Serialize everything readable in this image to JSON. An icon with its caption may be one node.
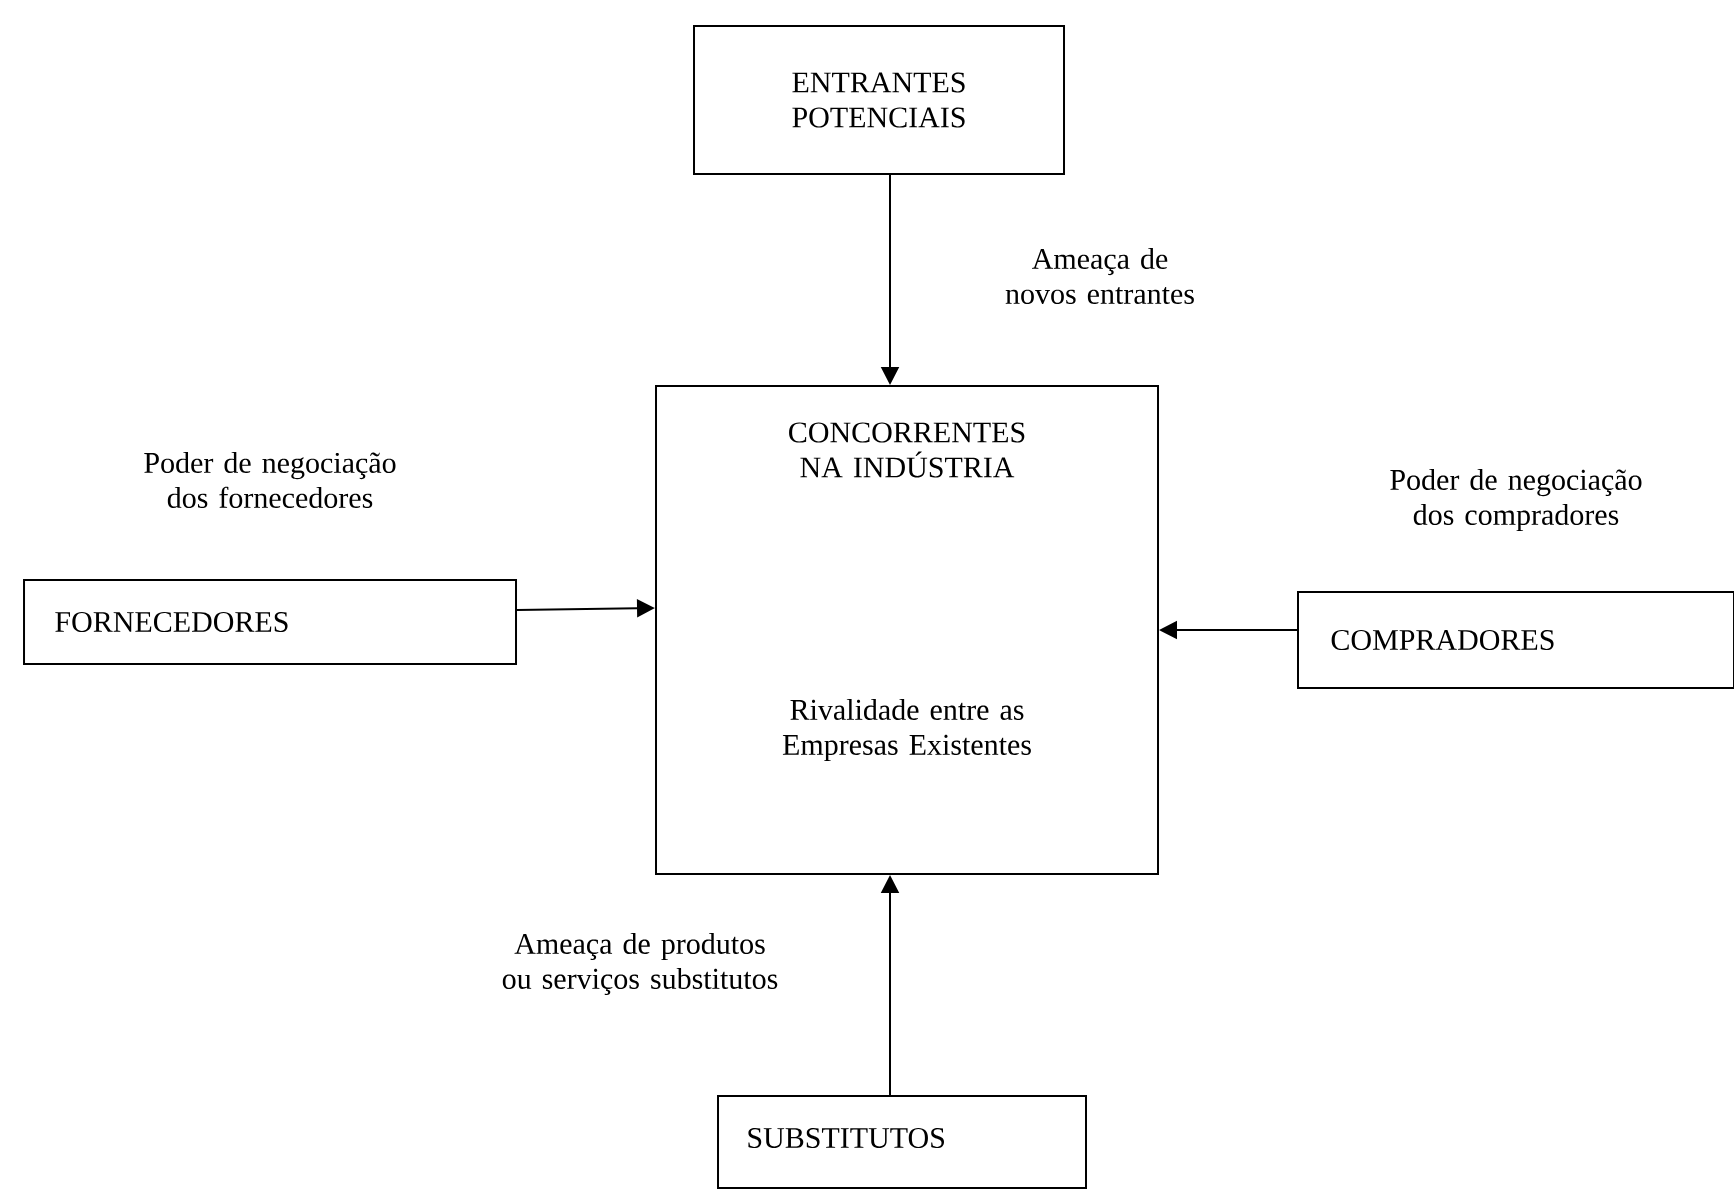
{
  "diagram": {
    "nodes": [
      {
        "text": [
          "ENTRANTES POTENCIAIS"
        ]
      },
      {
        "text": [
          "CONCORRENTES NA INDÚSTRIA",
          "Rivalidade entre as Empresas Existentes"
        ]
      },
      {
        "text": [
          "FORNECEDORES"
        ]
      },
      {
        "text": [
          "COMPRADORES"
        ]
      },
      {
        "text": [
          "SUBSTITUTOS"
        ]
      }
    ],
    "edges": [
      {
        "from": 0,
        "to": 1,
        "arrow": "to",
        "label": "Ameaça de novos entrantes"
      },
      {
        "from": 2,
        "to": 1,
        "arrow": "to"
      },
      {
        "from": 3,
        "to": 1,
        "arrow": "to"
      },
      {
        "from": 4,
        "to": 1,
        "arrow": "to",
        "label": "Ameaça de produtos ou serviços substitutos"
      }
    ],
    "labels": [
      "Poder de negociação dos fornecedores",
      "Poder de negociação dos compradores"
    ]
  }
}
